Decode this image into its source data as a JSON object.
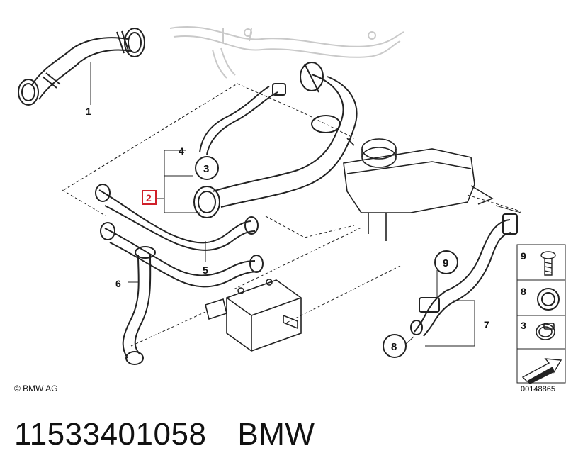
{
  "diagram": {
    "callouts": [
      "1",
      "2",
      "3",
      "4",
      "5",
      "6",
      "7",
      "8",
      "9"
    ],
    "legend": [
      {
        "number": "9",
        "icon": "screw-icon"
      },
      {
        "number": "8",
        "icon": "sealing-ring-icon"
      },
      {
        "number": "3",
        "icon": "hose-clamp-icon"
      }
    ],
    "highlight_color": "#d0202a"
  },
  "footer": {
    "copyright": "© BMW AG",
    "document_number": "00148865"
  },
  "part": {
    "number": "11533401058",
    "brand": "BMW"
  }
}
